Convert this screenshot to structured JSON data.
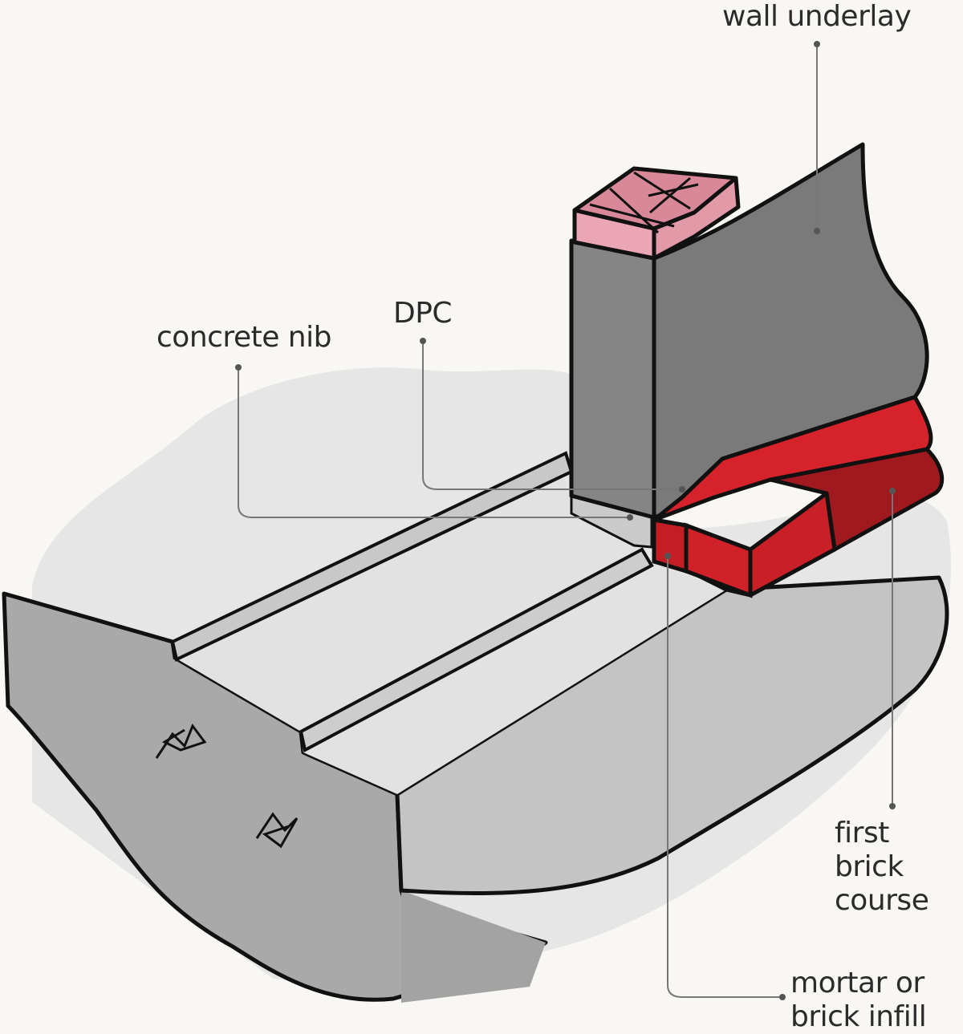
{
  "labels": {
    "wall_underlay": "wall underlay",
    "dpc": "DPC",
    "concrete_nib": "concrete nib",
    "first_brick_course": "first brick\ncourse",
    "mortar_infill": "mortar or\nbrick infill"
  },
  "colors": {
    "background": "#f8f7f3",
    "ground_shadow": "#e6e6e6",
    "concrete_front": "#a9a9a9",
    "slab_top": "#e4e4e4",
    "slab_side": "#c4c4c4",
    "wall_underlay": "#7a7a7a",
    "framing_timber": "#eaa6b4",
    "brick": "#c41e24",
    "brick_dark": "#9c1a1e",
    "dpc": "#2e2e2e",
    "outline": "#111111",
    "leader_line": "#777777"
  }
}
